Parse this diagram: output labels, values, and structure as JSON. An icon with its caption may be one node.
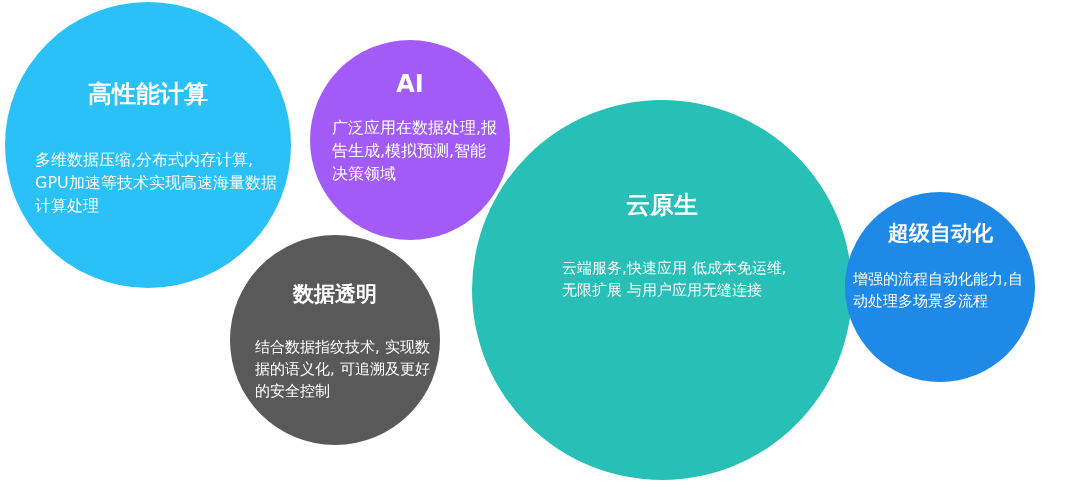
{
  "diagram": {
    "nodes": [
      {
        "text": [
          "高性能计算",
          "多维数据压缩,分布式内存计算, GPU加速等技术实现高速海量数据计算处理"
        ]
      },
      {
        "text": [
          "AI",
          "广泛应用在数据处理,报告生成,模拟预测,智能决策领域"
        ]
      },
      {
        "text": [
          "数据透明",
          "结合数据指纹技术, 实现数据的语义化, 可追溯及更好的安全控制"
        ]
      },
      {
        "text": [
          "云原生",
          "云端服务,快速应用 低成本免运维, 无限扩展 与用户应用无缝连接"
        ]
      },
      {
        "text": [
          "超级自动化",
          "增强的流程自动化能力,自动处理多场景多流程"
        ]
      }
    ]
  }
}
